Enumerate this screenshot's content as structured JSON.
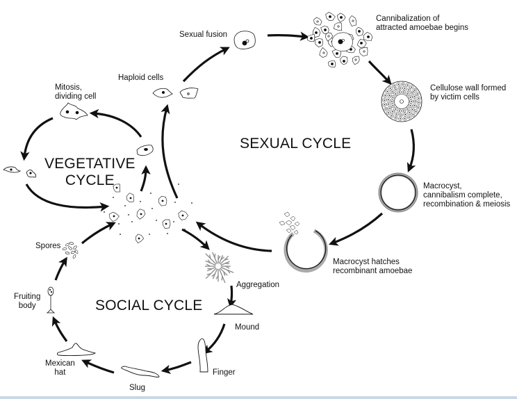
{
  "title": "Dictyostelium life cycle",
  "cycles": {
    "vegetative": "VEGETATIVE\nCYCLE",
    "sexual": "SEXUAL CYCLE",
    "social": "SOCIAL CYCLE"
  },
  "labels": {
    "sexual_fusion": "Sexual fusion",
    "cannibalization": "Cannibalization of\nattracted amoebae begins",
    "cellulose_wall": "Cellulose wall formed\nby victim cells",
    "macrocyst": "Macrocyst,\ncannibalism complete,\nrecombination & meiosis",
    "macrocyst_hatches": "Macrocyst hatches\nrecombinant amoebae",
    "haploid_cells": "Haploid cells",
    "mitosis": "Mitosis,\ndividing cell",
    "spores": "Spores",
    "fruiting_body": "Fruiting\nbody",
    "aggregation": "Aggregation",
    "mound": "Mound",
    "finger": "Finger",
    "slug": "Slug",
    "mexican_hat": "Mexican\nhat"
  },
  "colors": {
    "ink": "#111111",
    "background": "#ffffff",
    "wall_gray": "#999999",
    "bottom_rule": "#c9d8e6"
  }
}
